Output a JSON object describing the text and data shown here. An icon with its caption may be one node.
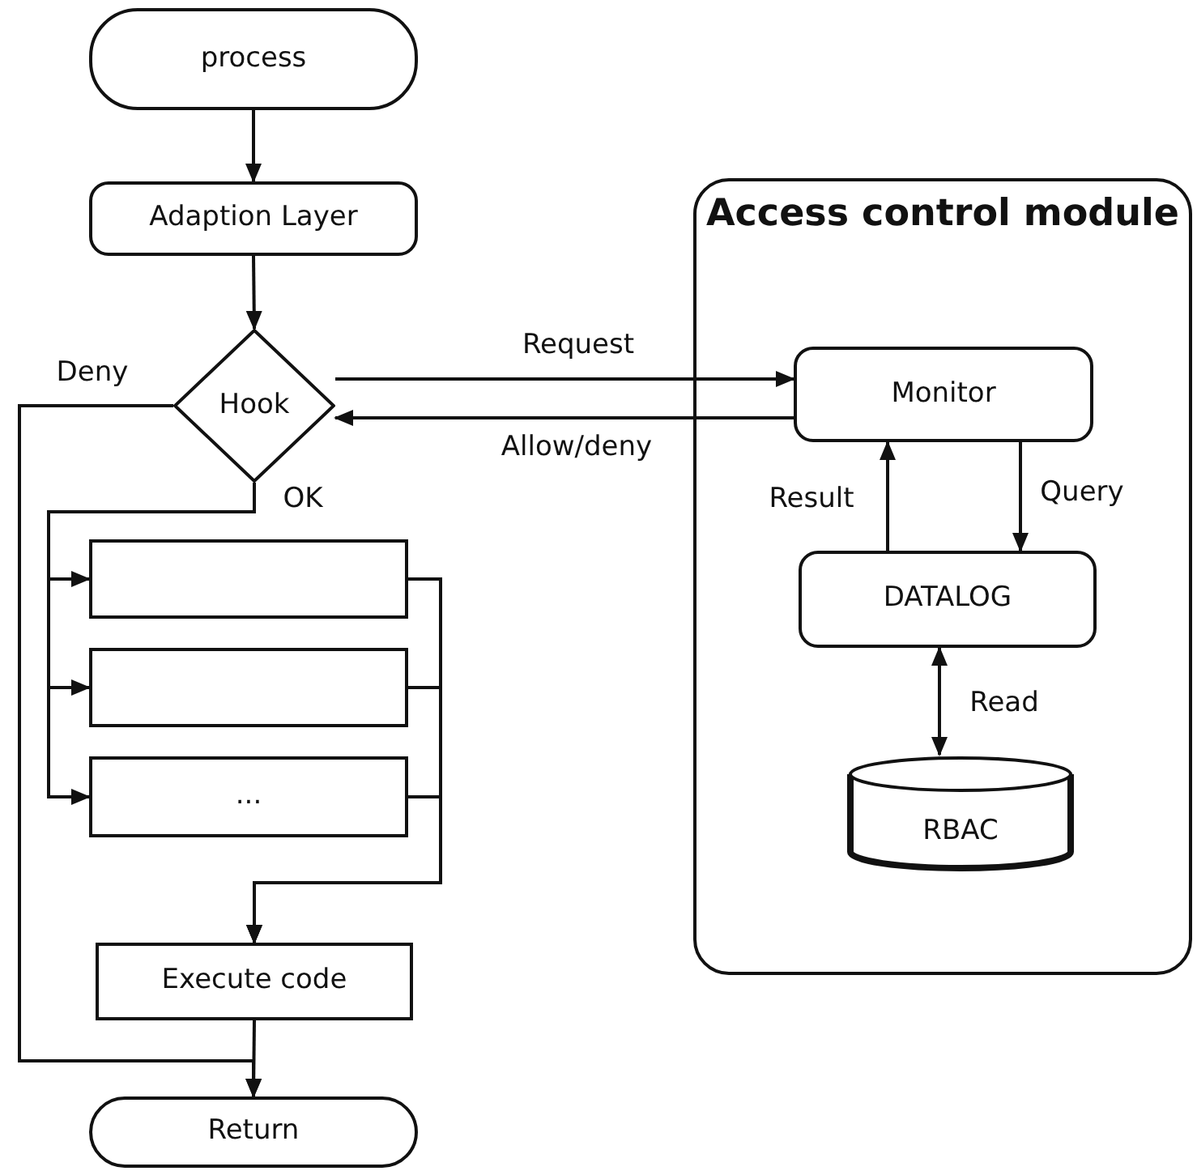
{
  "diagram": {
    "nodes": [
      {
        "text": [
          "process"
        ]
      },
      {
        "text": [
          "Adaption Layer"
        ]
      },
      {
        "text": [
          "Hook"
        ]
      },
      {
        "text": [
          "Access control module"
        ]
      },
      {
        "text": [
          "Monitor"
        ],
        "in": 3
      },
      {
        "text": [
          "DATALOG"
        ],
        "in": 3
      },
      {
        "text": [
          "RBAC"
        ],
        "in": 3
      },
      {
        "text": [],
        "shape": "box"
      },
      {
        "text": [],
        "shape": "box"
      },
      {
        "text": [
          "..."
        ]
      },
      {
        "text": [
          "Execute code"
        ]
      },
      {
        "text": [
          "Return"
        ]
      }
    ],
    "edges": [
      {
        "from": 0,
        "to": 1,
        "arrow": "to"
      },
      {
        "from": 1,
        "to": 2,
        "arrow": "to"
      },
      {
        "from": 2,
        "to": 4,
        "arrow": "to",
        "label": "Request"
      },
      {
        "from": 4,
        "to": 2,
        "arrow": "to",
        "label": "Allow/deny"
      },
      {
        "from": 4,
        "to": 5,
        "arrow": "to",
        "label": "Query"
      },
      {
        "from": 5,
        "to": 4,
        "arrow": "to",
        "label": "Result"
      },
      {
        "from": 5,
        "to": 6,
        "arrow": "both",
        "label": "Read"
      },
      {
        "from": 2,
        "to": 7,
        "arrow": "to",
        "label": "OK"
      },
      {
        "from": 2,
        "to": 8,
        "arrow": "to"
      },
      {
        "from": 2,
        "to": 9,
        "arrow": "to"
      },
      {
        "from": 7,
        "to": 10,
        "arrow": "to"
      },
      {
        "from": 8,
        "to": 10,
        "arrow": "to"
      },
      {
        "from": 9,
        "to": 10,
        "arrow": "to"
      },
      {
        "from": 10,
        "to": 11,
        "arrow": "to"
      },
      {
        "from": 2,
        "to": 11,
        "arrow": "to",
        "label": "Deny"
      }
    ]
  }
}
